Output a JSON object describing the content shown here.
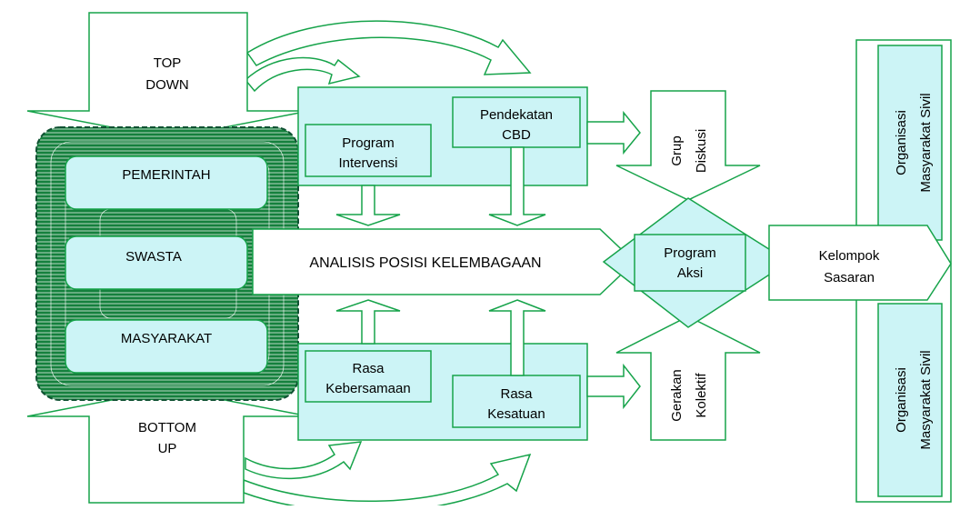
{
  "colors": {
    "stroke": "#16a34a",
    "fill": "#ccf4f6",
    "dark": "#15803d"
  },
  "labels": {
    "top_down_1": "TOP",
    "top_down_2": "DOWN",
    "bottom_up_1": "BOTTOM",
    "bottom_up_2": "UP",
    "pemerintah": "PEMERINTAH",
    "swasta": "SWASTA",
    "masyarakat": "MASYARAKAT",
    "program_intervensi_1": "Program",
    "program_intervensi_2": "Intervensi",
    "pendekatan_cbd_1": "Pendekatan",
    "pendekatan_cbd_2": "CBD",
    "rasa_kebersamaan_1": "Rasa",
    "rasa_kebersamaan_2": "Kebersamaan",
    "rasa_kesatuan_1": "Rasa",
    "rasa_kesatuan_2": "Kesatuan",
    "analisis": "ANALISIS POSISI KELEMBAGAAN",
    "program_aksi_1": "Program",
    "program_aksi_2": "Aksi",
    "grup_diskusi_1": "Grup",
    "grup_diskusi_2": "Diskusi",
    "gerakan_kolektif_1": "Gerakan",
    "gerakan_kolektif_2": "Kolektif",
    "kelompok_sasaran_1": "Kelompok",
    "kelompok_sasaran_2": "Sasaran",
    "oms_top_1": "Organisasi",
    "oms_top_2": "Masyarakat Sivil",
    "oms_bottom_1": "Organisasi",
    "oms_bottom_2": "Masyarakat Sivil"
  }
}
